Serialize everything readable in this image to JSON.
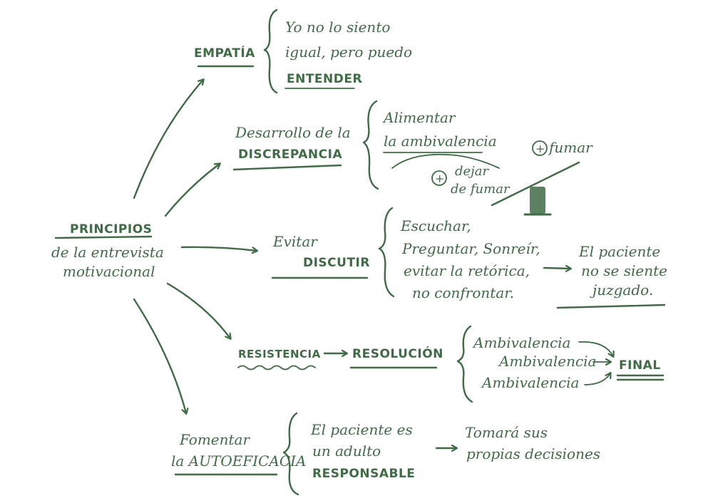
{
  "center": {
    "title": "PRINCIPIOS",
    "line2": "de la entrevista",
    "line3": "motivacional"
  },
  "empatia": {
    "title": "EMPATÍA",
    "line1": "Yo no lo siento",
    "line2": "igual, pero puedo",
    "line3": "ENTENDER",
    "dot": "."
  },
  "discrepancia": {
    "line1": "Desarrollo de la",
    "line2": "DISCREPANCIA",
    "note1": "Alimentar",
    "note2": "la ambivalencia",
    "plus_fumar": "fumar",
    "plus_dejar1": "dejar",
    "plus_dejar2": "de fumar",
    "plus_symbol": "+"
  },
  "discutir": {
    "line1": "Evitar",
    "line2": "DISCUTIR",
    "item1": "Escuchar,",
    "item2": "Preguntar, Sonreír,",
    "item3": "evitar la retórica,",
    "item4": "no confrontar.",
    "result1": "El paciente",
    "result2": "no se siente",
    "result3": "juzgado."
  },
  "resistencia": {
    "from": "RESISTENCIA",
    "to": "RESOLUCIÓN",
    "amb1": "Ambivalencia",
    "amb2": "Ambivalencia",
    "amb3": "Ambivalencia",
    "final": "FINAL"
  },
  "autoeficacia": {
    "line1": "Fomentar",
    "line2": "la AUTOEFICACIA",
    "note1": "El paciente es",
    "note2": "un adulto",
    "note3": "RESPONSABLE",
    "result1": "Tomará sus",
    "result2": "propias decisiones"
  }
}
